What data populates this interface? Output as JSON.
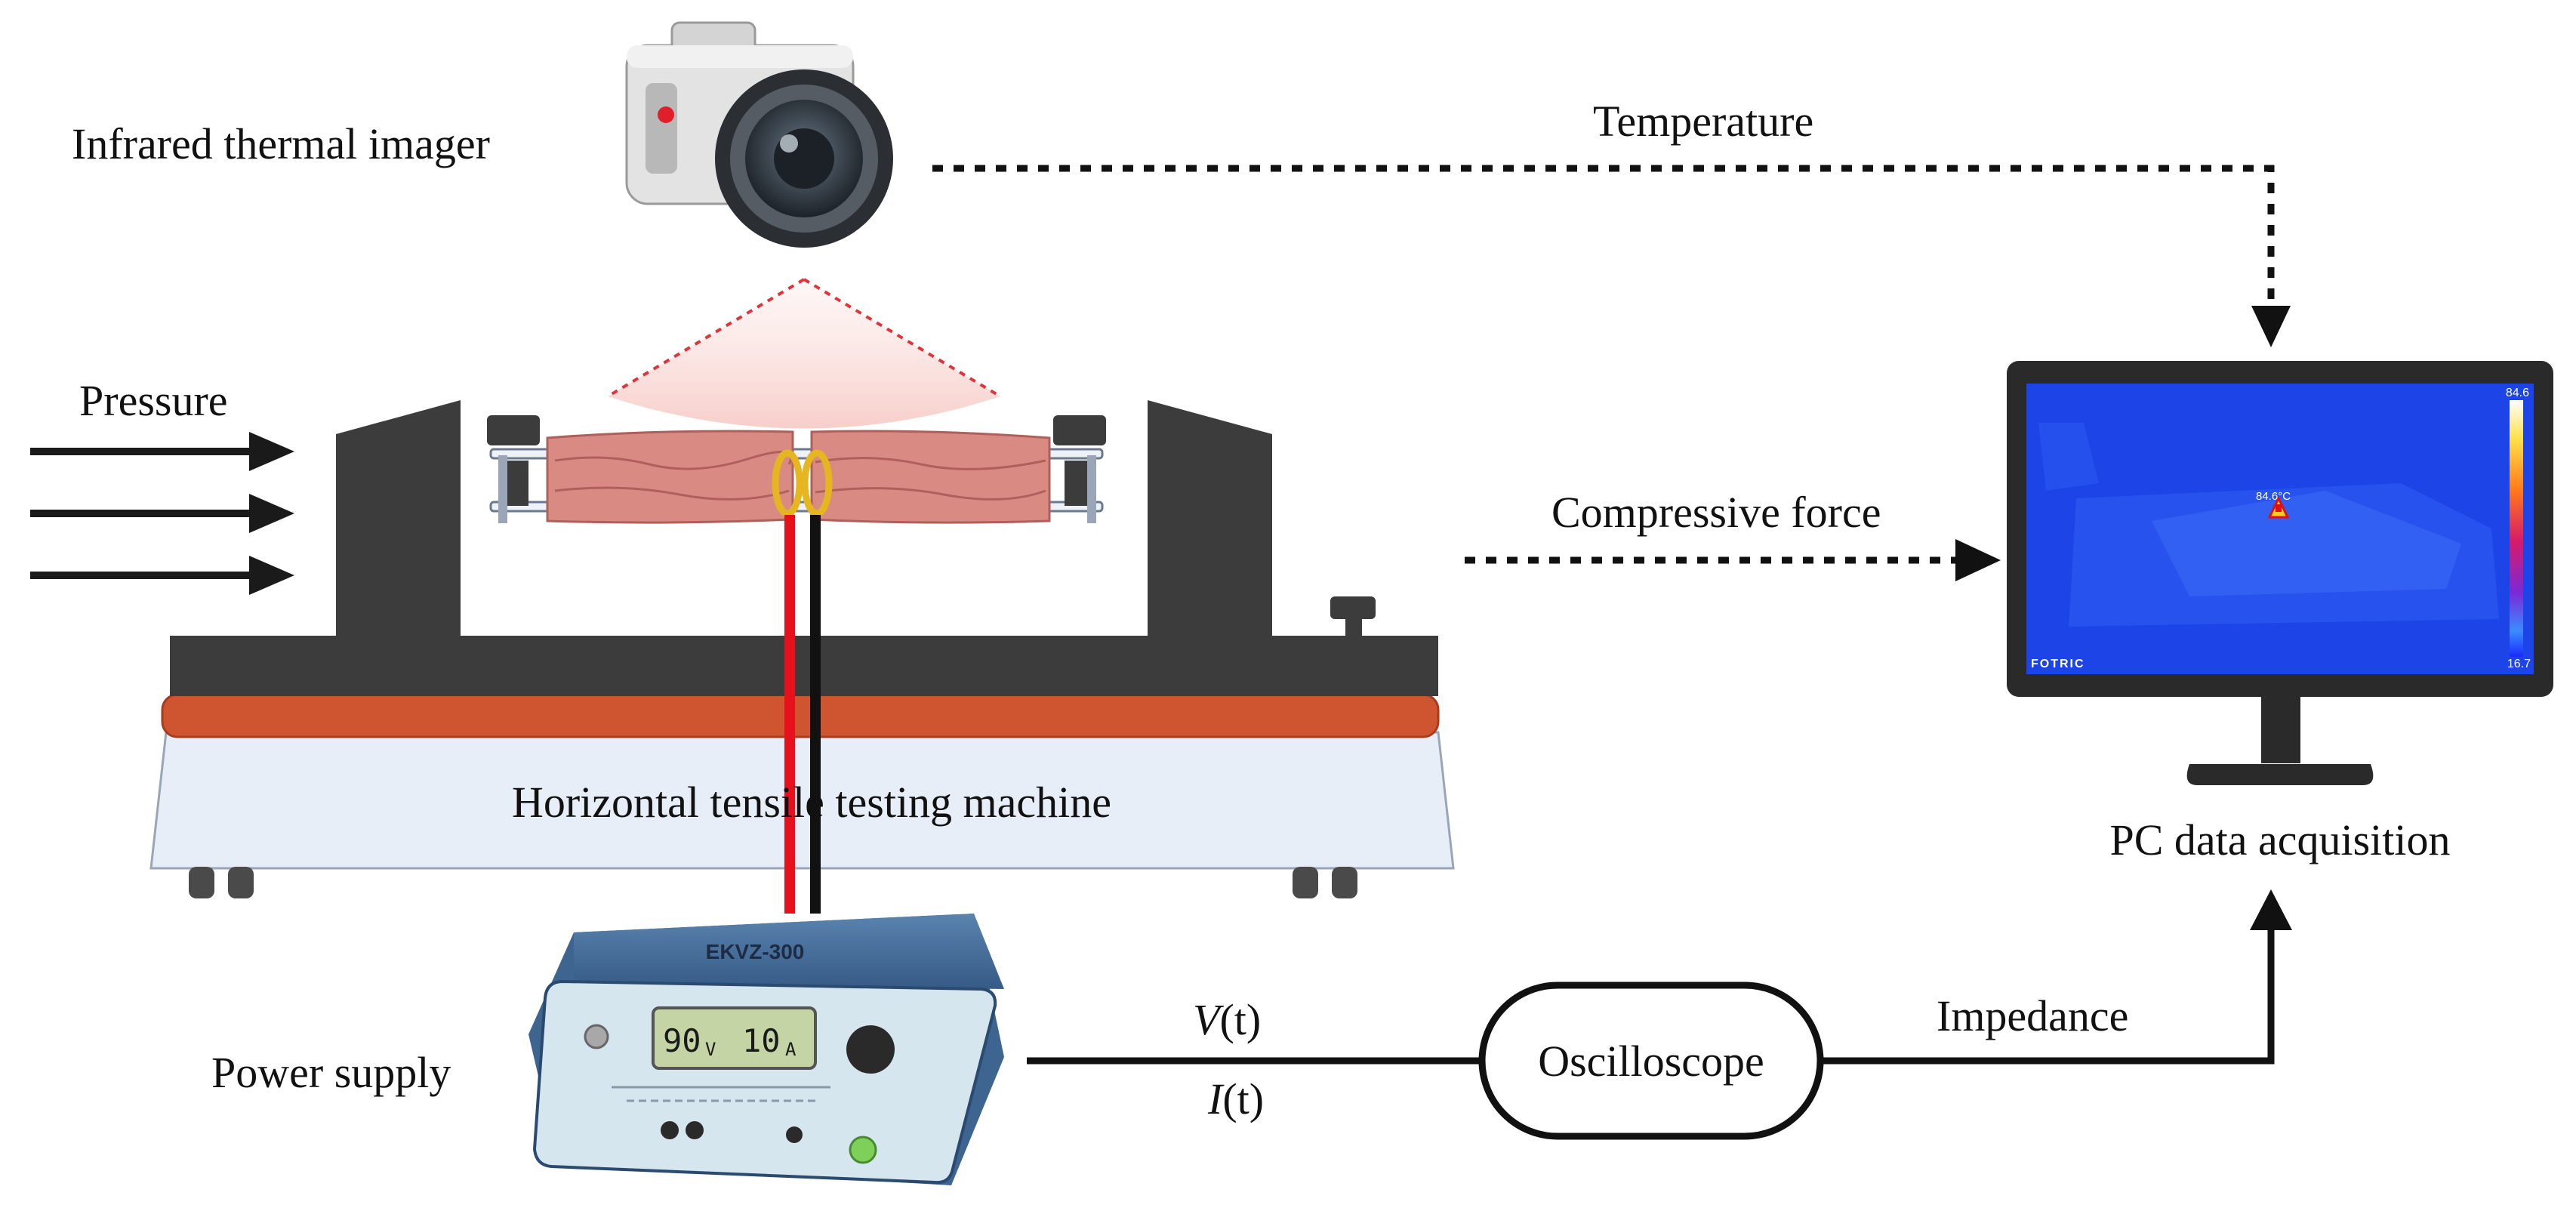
{
  "labels": {
    "infrared_imager": "Infrared thermal imager",
    "temperature": "Temperature",
    "pressure": "Pressure",
    "compressive_force": "Compressive force",
    "machine": "Horizontal tensile testing machine",
    "pc_data": "PC data acquisition",
    "power_supply": "Power supply",
    "voltage_var": "V",
    "voltage_arg": "(t)",
    "current_var": "I",
    "current_arg": "(t)",
    "oscilloscope": "Oscilloscope",
    "impedance": "Impedance"
  },
  "power_supply_device": {
    "model": "EKVZ-300",
    "voltage_value": "90",
    "voltage_unit": "V",
    "current_value": "10",
    "current_unit": "A"
  },
  "monitor": {
    "brand": "FOTRIC",
    "scale_max": "84.6",
    "scale_min": "16.7",
    "spot_reading": "84.6°C"
  },
  "colors": {
    "machine_dark": "#3c3c3c",
    "rail": "#cf5530",
    "base": "#e8eef8",
    "tissue": "#d98a82",
    "wire_red": "#e8101a",
    "wire_black": "#111111",
    "device_blue": "#3e6590",
    "screen_blue": "#1c44e6",
    "electrode": "#e6b620"
  }
}
